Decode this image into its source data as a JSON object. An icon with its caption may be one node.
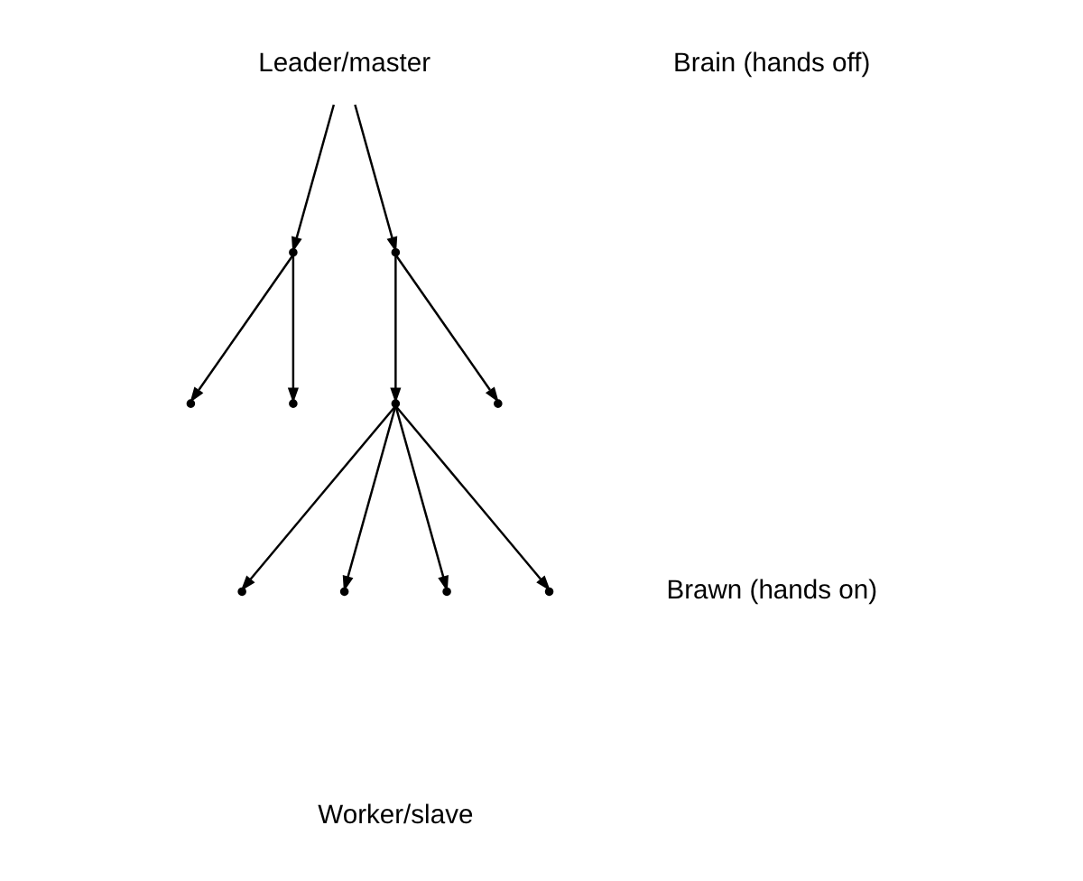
{
  "diagram": {
    "nodes": [
      {
        "text": [
          "Leader/master"
        ]
      },
      {
        "text": [],
        "shape": "point"
      },
      {
        "text": [],
        "shape": "point"
      },
      {
        "text": [],
        "shape": "point"
      },
      {
        "text": [],
        "shape": "point"
      },
      {
        "text": [],
        "shape": "point"
      },
      {
        "text": [],
        "shape": "point"
      },
      {
        "text": [],
        "shape": "point"
      },
      {
        "text": [],
        "shape": "point"
      },
      {
        "text": [],
        "shape": "point"
      },
      {
        "text": [],
        "shape": "point"
      }
    ],
    "edges": [
      {
        "from": 0,
        "to": 1,
        "arrow": "to"
      },
      {
        "from": 0,
        "to": 2,
        "arrow": "to"
      },
      {
        "from": 1,
        "to": 3,
        "arrow": "to"
      },
      {
        "from": 1,
        "to": 4,
        "arrow": "to"
      },
      {
        "from": 2,
        "to": 5,
        "arrow": "to"
      },
      {
        "from": 2,
        "to": 6,
        "arrow": "to"
      },
      {
        "from": 5,
        "to": 7,
        "arrow": "to"
      },
      {
        "from": 5,
        "to": 8,
        "arrow": "to"
      },
      {
        "from": 5,
        "to": 9,
        "arrow": "to"
      },
      {
        "from": 5,
        "to": 10,
        "arrow": "to"
      }
    ],
    "labels": [
      "Brain (hands off)",
      "Brawn (hands on)",
      "Worker/slave"
    ]
  }
}
